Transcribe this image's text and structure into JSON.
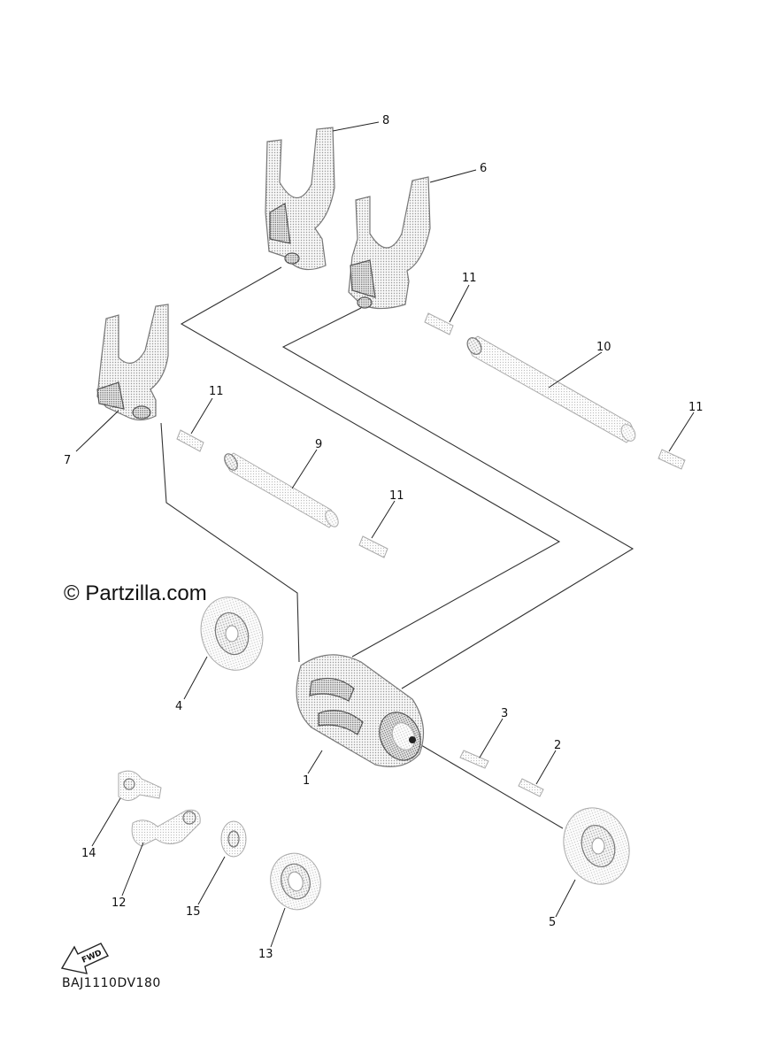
{
  "watermark": "© Partzilla.com",
  "diagram_code": "BAJ1110DV180",
  "fwd_label": "FWD",
  "callouts": {
    "c1": "1",
    "c2": "2",
    "c3": "3",
    "c4": "4",
    "c5": "5",
    "c6": "6",
    "c7": "7",
    "c8": "8",
    "c9": "9",
    "c10": "10",
    "c11a": "11",
    "c11b": "11",
    "c11c": "11",
    "c11d": "11",
    "c12": "12",
    "c13": "13",
    "c14": "14",
    "c15": "15"
  }
}
